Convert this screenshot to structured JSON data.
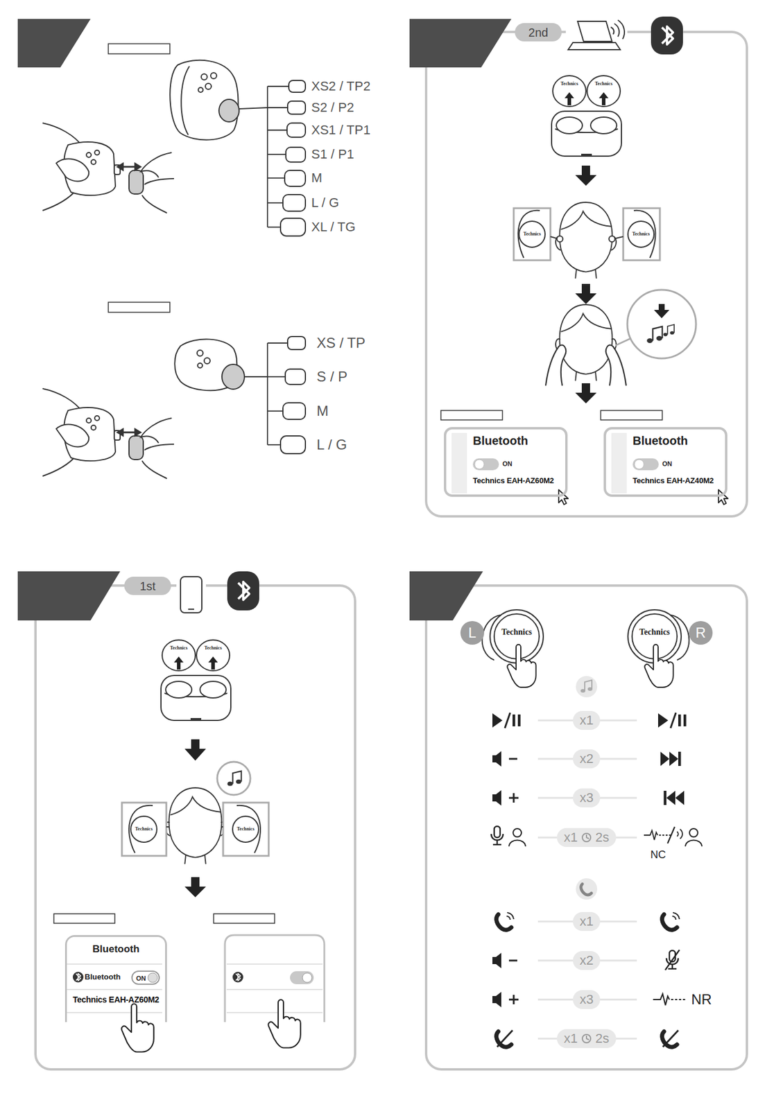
{
  "diagram": {
    "nodes": [
      {
        "text": [
          "2nd"
        ]
      },
      {
        "text": [
          "Bluetooth",
          "ON",
          "Technics EAH-AZ60M2"
        ]
      },
      {
        "text": [
          "Bluetooth",
          "ON",
          "Technics EAH-AZ40M2"
        ]
      },
      {
        "text": [
          "1st"
        ]
      },
      {
        "text": [
          "Bluetooth",
          "Bluetooth",
          "ON",
          "Technics EAH-AZ60M2"
        ]
      },
      {
        "text": [
          "L"
        ]
      },
      {
        "text": [
          "R"
        ]
      },
      {
        "text": [
          "x1"
        ]
      },
      {
        "text": [
          "x2"
        ]
      },
      {
        "text": [
          "x3"
        ]
      },
      {
        "text": [
          "x1",
          "2s"
        ]
      },
      {
        "text": [
          "x1"
        ]
      },
      {
        "text": [
          "x2"
        ]
      },
      {
        "text": [
          "x3"
        ]
      },
      {
        "text": [
          "x1",
          "2s"
        ]
      }
    ],
    "labels": [
      "XS2 / TP2",
      "S2 / P2",
      "XS1 / TP1",
      "S1 / P1",
      "M",
      "L / G",
      "XL / TG",
      "XS / TP",
      "S / P",
      "M",
      "L / G",
      "Technics",
      "Technics",
      "Technics",
      "Technics",
      "Technics",
      "Technics",
      "Technics",
      "Technics",
      "Technics",
      "Technics",
      "NC",
      "NR"
    ]
  }
}
